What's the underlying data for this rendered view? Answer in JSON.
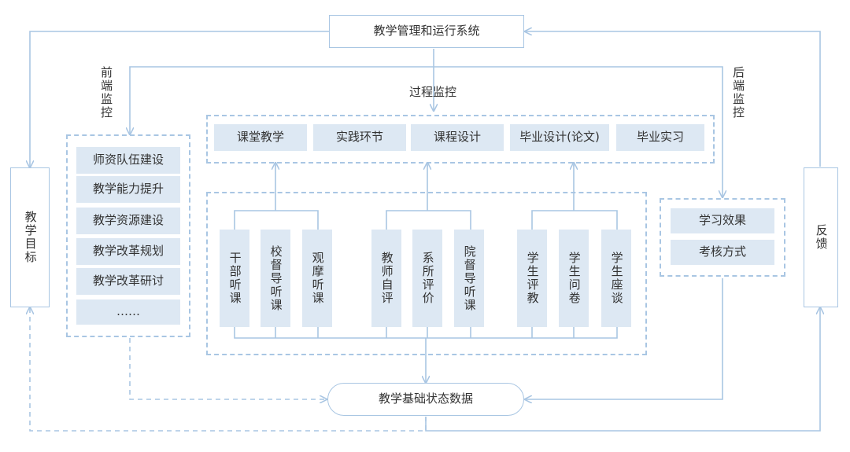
{
  "colors": {
    "line": "#a9c6e3",
    "box_fill": "#dde8f3",
    "border": "#a9c6e3",
    "text": "#333333"
  },
  "top": "教学管理和运行系统",
  "bottom": "教学基础状态数据",
  "left_goal": "教学目标",
  "right_feedback": "反馈",
  "labels": {
    "front": "前端监控",
    "process": "过程监控",
    "back": "后端监控"
  },
  "front_items": [
    "师资队伍建设",
    "教学能力提升",
    "教学资源建设",
    "教学改革规划",
    "教学改革研讨",
    "……"
  ],
  "process_items": [
    "课堂教学",
    "实践环节",
    "课程设计",
    "毕业设计(论文)",
    "毕业实习"
  ],
  "methods": [
    "干部听课",
    "校督导听课",
    "观摩听课",
    "教师自评",
    "系所评价",
    "院督导听课",
    "学生评教",
    "学生问卷",
    "学生座谈"
  ],
  "back_items": [
    "学习效果",
    "考核方式"
  ]
}
